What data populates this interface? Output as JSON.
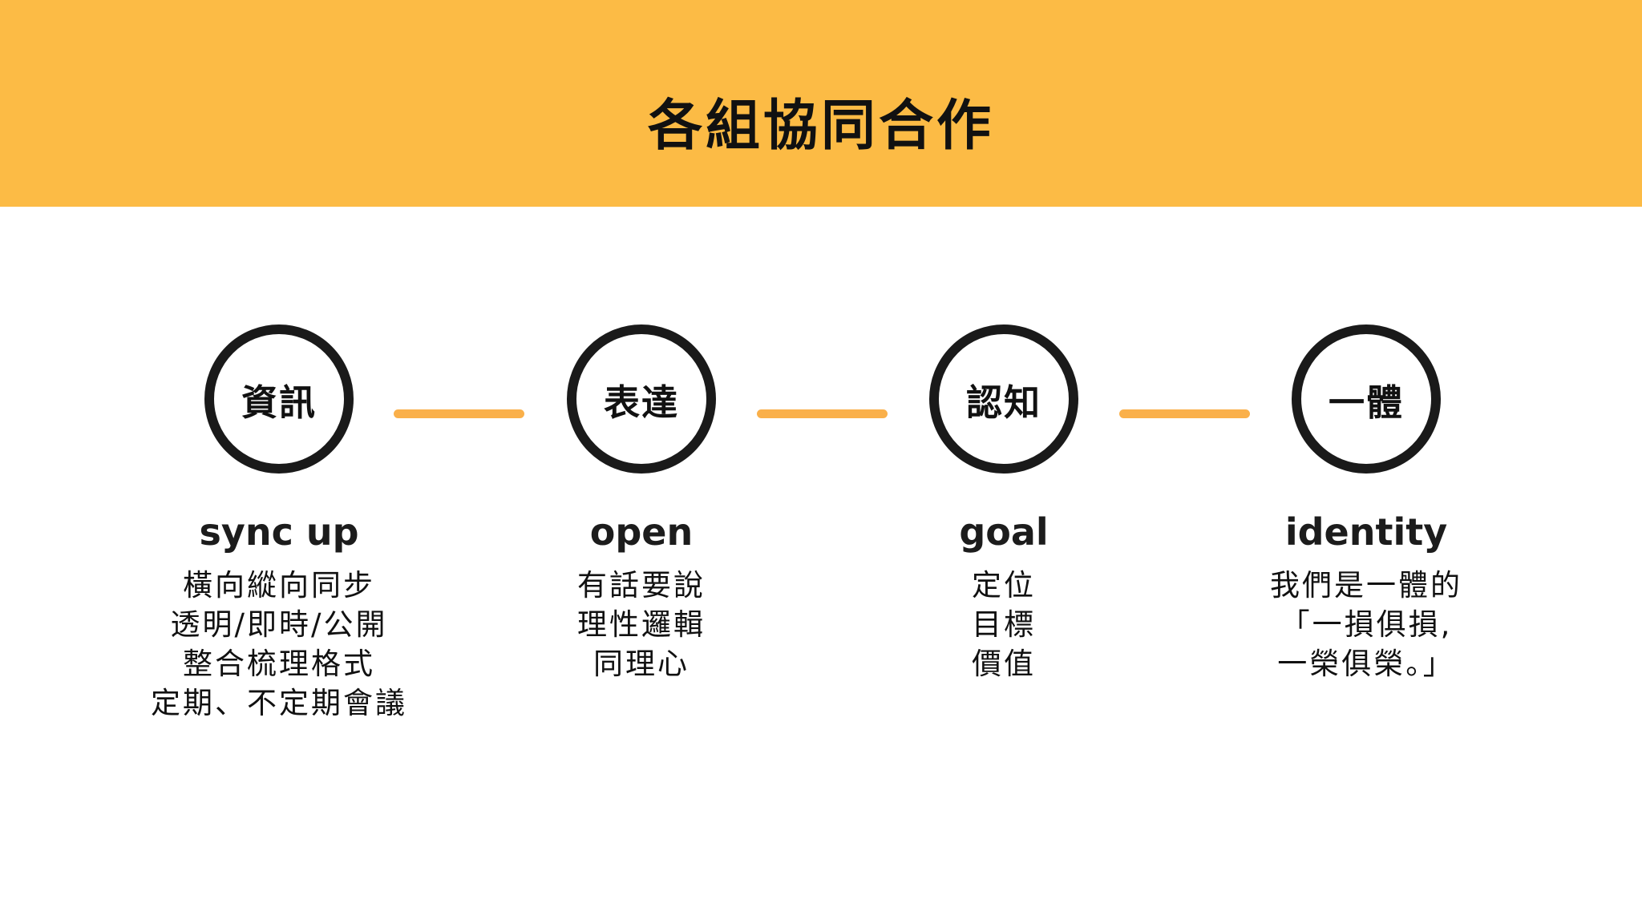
{
  "title": "各組協同合作",
  "colors": {
    "header_bg": "#FCBB45",
    "connector": "#FAB04A",
    "circle_border": "#1A1A1A",
    "text": "#111111",
    "bg": "#FFFFFF"
  },
  "steps": [
    {
      "circle": "資訊",
      "label": "sync up",
      "lines": [
        "橫向縱向同步",
        "透明/即時/公開",
        "整合梳理格式",
        "定期、不定期會議"
      ]
    },
    {
      "circle": "表達",
      "label": "open",
      "lines": [
        "有話要說",
        "理性邏輯",
        "同理心"
      ]
    },
    {
      "circle": "認知",
      "label": "goal",
      "lines": [
        "定位",
        "目標",
        "價值"
      ]
    },
    {
      "circle": "一體",
      "label": "identity",
      "lines": [
        "我們是一體的",
        "「一損俱損,",
        "一榮俱榮。」"
      ]
    }
  ]
}
